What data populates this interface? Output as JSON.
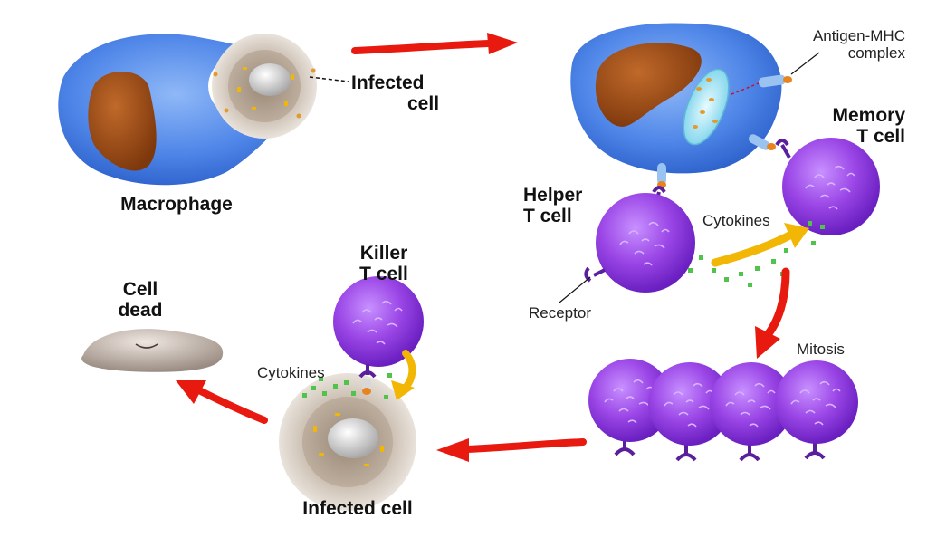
{
  "labels": {
    "macrophage": "Macrophage",
    "infected_cell_top_line1": "Infected",
    "infected_cell_top_line2": "cell",
    "antigen_mhc_line1": "Antigen-MHC",
    "antigen_mhc_line2": "complex",
    "memory_t_cell_line1": "Memory",
    "memory_t_cell_line2": "T cell",
    "helper_t_cell_line1": "Helper",
    "helper_t_cell_line2": "T cell",
    "cytokines_right": "Cytokines",
    "receptor": "Receptor",
    "mitosis": "Mitosis",
    "killer_t_cell_line1": "Killer",
    "killer_t_cell_line2": "T cell",
    "cytokines_left": "Cytokines",
    "cell_dead_line1": "Cell",
    "cell_dead_line2": "dead",
    "infected_cell_bottom": "Infected cell"
  },
  "colors": {
    "macrophage_blue": "#4f86e8",
    "nucleus_brown": "#9a4a12",
    "t_cell_purple": "#9a45e6",
    "arrow_red": "#e8190f",
    "arrow_yellow": "#f2b705",
    "cytokine_green": "#4fc34a",
    "infected_cell_beige": "#e4ddd4",
    "dead_cell_grey": "#b7aaa0"
  }
}
